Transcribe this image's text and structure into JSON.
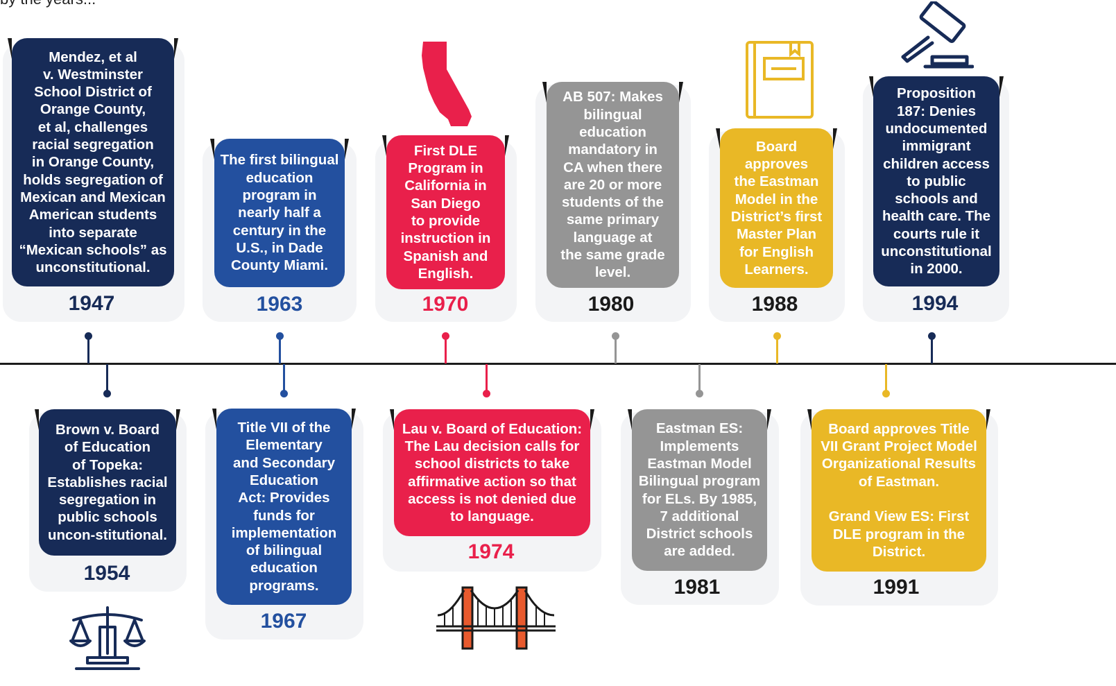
{
  "colors": {
    "navy": "#172b57",
    "blue": "#23509f",
    "red": "#e9204b",
    "gray": "#959595",
    "gold": "#e9b826",
    "axis": "#1c1c1c",
    "card_bg": "#f3f4f6"
  },
  "header_fragment": "by the years...",
  "events": [
    {
      "year": "1947",
      "color": "navy",
      "text": "Mendez, et al\nv. Westminster\nSchool District of\nOrange County,\net al, challenges\nracial segregation\nin Orange County,\nholds segregation of\nMexican and Mexican\nAmerican students\ninto separate\n“Mexican schools” as\nunconstitutional."
    },
    {
      "year": "1954",
      "color": "navy",
      "text": "Brown v. Board\nof Education\nof Topeka:\nEstablishes racial\nsegregation in\npublic schools\nuncon-stitutional."
    },
    {
      "year": "1963",
      "color": "blue",
      "text": "The first bilingual\neducation\nprogram in\nnearly half a\ncentury in the\nU.S., in Dade\nCounty Miami."
    },
    {
      "year": "1967",
      "color": "blue",
      "text": "Title VII of the\nElementary\nand Secondary\nEducation\nAct: Provides\nfunds for\nimplementation\nof bilingual\neducation\nprograms."
    },
    {
      "year": "1970",
      "color": "red",
      "text": "First DLE\nProgram in\nCalifornia in\nSan Diego\nto provide\ninstruction in\nSpanish and\nEnglish."
    },
    {
      "year": "1974",
      "color": "red",
      "text": "Lau v. Board of Education:\nThe Lau decision calls for\nschool districts to take\naffirmative action so that\naccess is not denied due\nto language."
    },
    {
      "year": "1980",
      "color": "gray",
      "text": "AB 507: Makes\nbilingual\neducation\nmandatory in\nCA when there\nare 20 or more\nstudents of the\nsame primary\nlanguage at\nthe same grade\nlevel."
    },
    {
      "year": "1981",
      "color": "gray",
      "text": "Eastman ES:\nImplements\nEastman Model\nBilingual program\nfor ELs. By 1985,\n7 additional\nDistrict schools\nare added."
    },
    {
      "year": "1988",
      "color": "gold",
      "text": "Board\napproves\nthe Eastman\nModel in the\nDistrict’s first\nMaster Plan\nfor English\nLearners."
    },
    {
      "year": "1991",
      "color": "gold",
      "text": "Board approves Title\nVII Grant Project Model\nOrganizational Results\nof Eastman.\n\nGrand View ES: First\nDLE program in the\nDistrict."
    },
    {
      "year": "1994",
      "color": "navy",
      "text": "Proposition\n187: Denies\nundocumented\nimmigrant\nchildren access\nto public\nschools and\nhealth care. The\ncourts rule it\nunconstitutional\nin 2000."
    }
  ],
  "icons": [
    "scales-of-justice-icon",
    "golden-gate-bridge-icon",
    "california-map-icon",
    "book-icon",
    "gavel-icon"
  ]
}
